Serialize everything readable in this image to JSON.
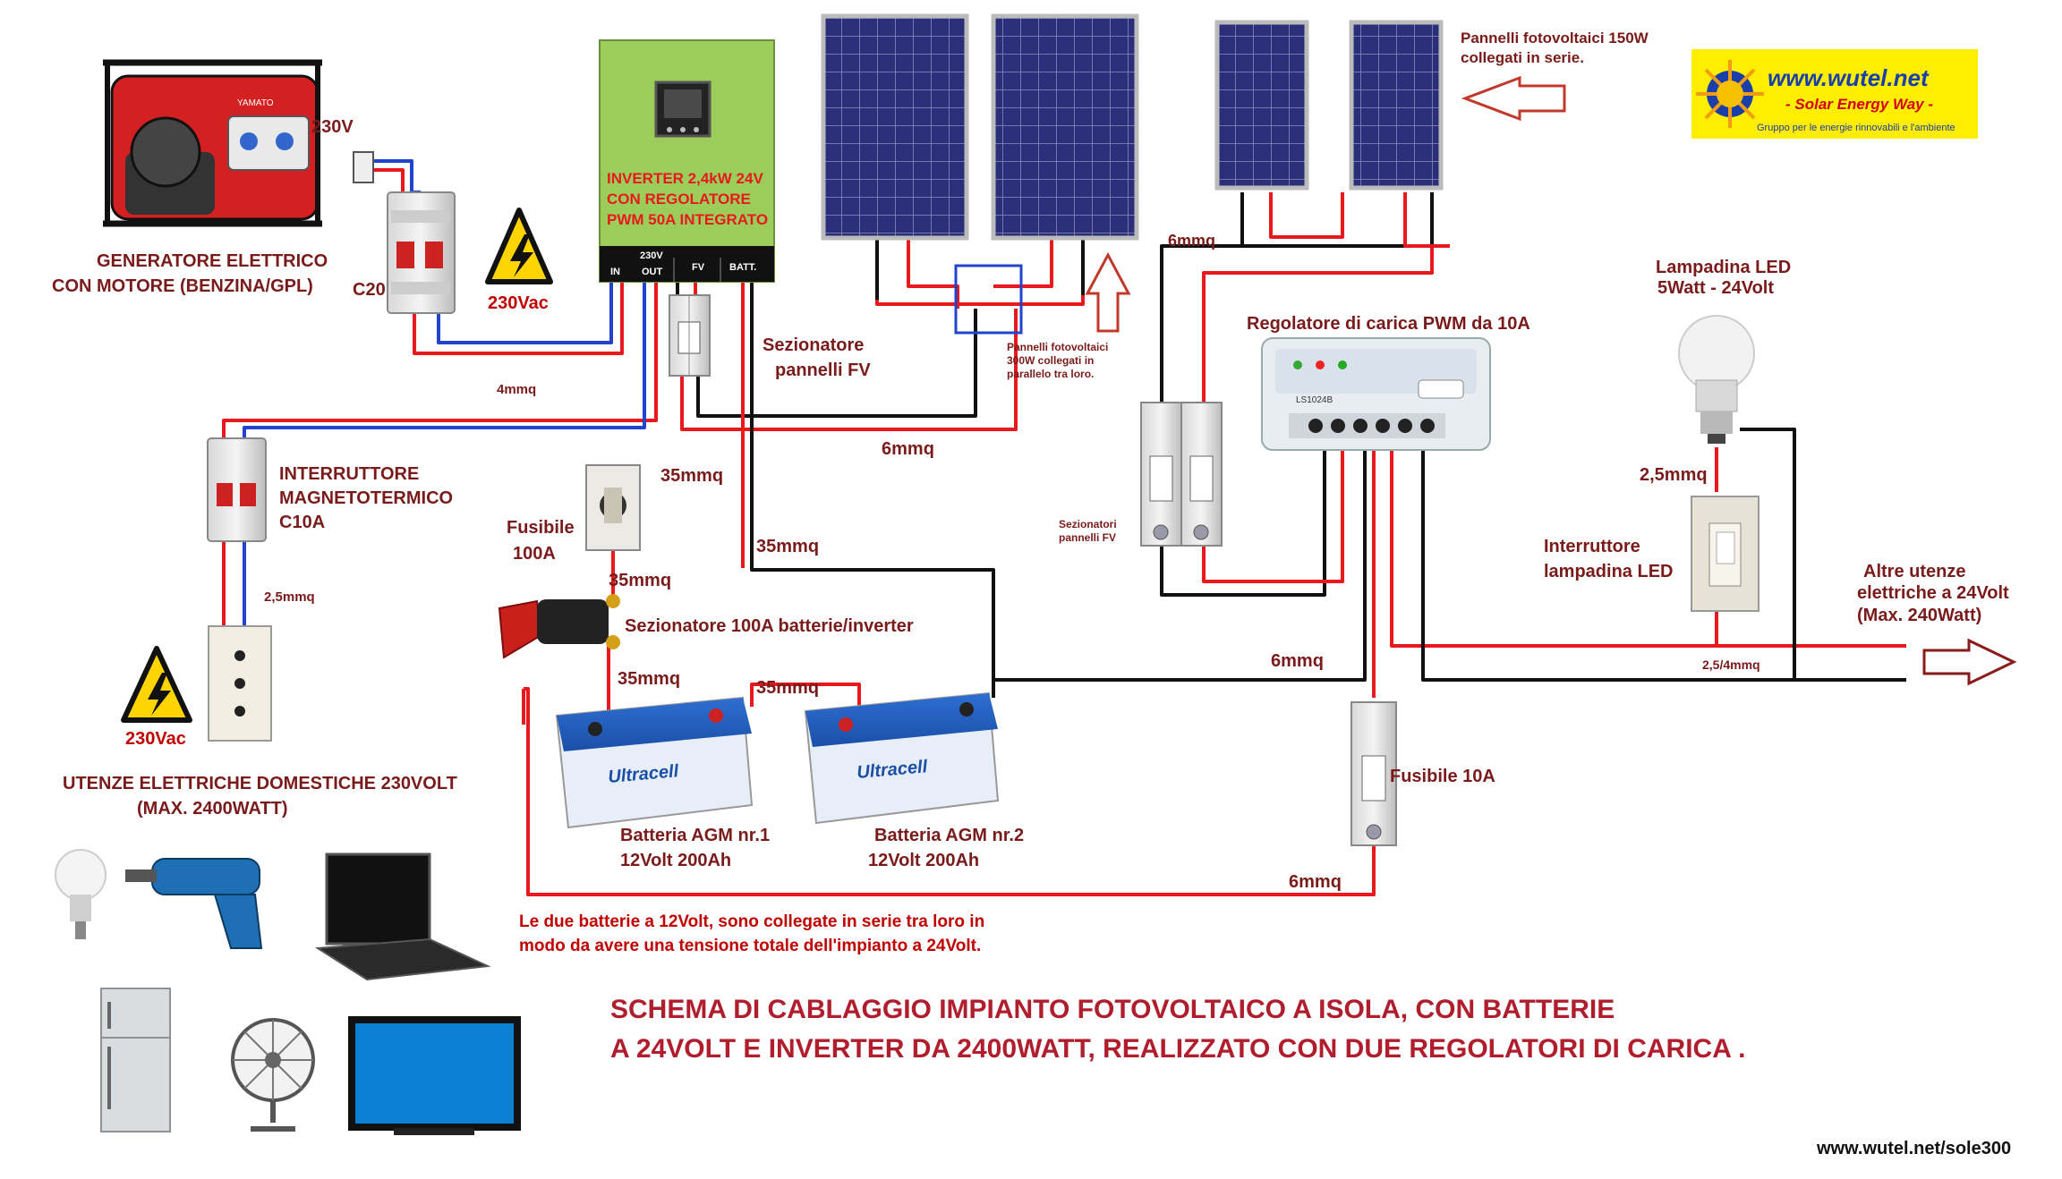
{
  "labels": {
    "generator": [
      "GENERATORE ELETTRICO",
      "CON MOTORE (BENZINA/GPL)"
    ],
    "v230": "230V",
    "c20": "C20",
    "v230ac_top": "230Vac",
    "inverter": [
      "INVERTER 2,4kW 24V",
      "CON REGOLATORE",
      "PWM 50A  INTEGRATO"
    ],
    "inv_230v": "230V",
    "inv_in": "IN",
    "inv_out": "OUT",
    "inv_fv": "FV",
    "inv_batt": "BATT.",
    "mm4": "4mmq",
    "sezionatore_fv": [
      "Sezionatore",
      "pannelli FV"
    ],
    "parallel_note": [
      "Pannelli fotovoltaici",
      "300W collegati in",
      "parallelo tra loro."
    ],
    "series_note": [
      "Pannelli fotovoltaici 150W",
      "collegati in serie."
    ],
    "mm6_a": "6mmq",
    "mm6_b": "6mmq",
    "mm6_c": "6mmq",
    "mm6_d": "6mmq",
    "regulator": "Regolatore di carica PWM da 10A",
    "sezionatori_fv": [
      "Sezionatori",
      "pannelli FV"
    ],
    "led_lamp": [
      "Lampadina LED",
      "5Watt - 24Volt"
    ],
    "mm25_a": "2,5mmq",
    "led_switch": [
      "Interruttore",
      "lampadina LED"
    ],
    "other_loads": [
      "Altre utenze",
      "elettriche a 24Volt",
      "(Max. 240Watt)"
    ],
    "mm25_4": "2,5/4mmq",
    "breaker": [
      "INTERRUTTORE",
      "MAGNETOTERMICO",
      "C10A"
    ],
    "mm25_b": "2,5mmq",
    "v230ac_bottom": "230Vac",
    "household": [
      "UTENZE ELETTRICHE DOMESTICHE 230VOLT",
      "(MAX. 2400WATT)"
    ],
    "fuse100": [
      "Fusibile",
      "100A"
    ],
    "mm35_a": "35mmq",
    "mm35_b": "35mmq",
    "mm35_c": "35mmq",
    "mm35_d": "35mmq",
    "mm35_e": "35mmq",
    "sez100": "Sezionatore 100A batterie/inverter",
    "battery1": [
      "Batteria AGM nr.1",
      "12Volt 200Ah"
    ],
    "battery2": [
      "Batteria AGM nr.2",
      "12Volt 200Ah"
    ],
    "fuse10": "Fusibile 10A",
    "battery_note": [
      "Le due batterie a 12Volt, sono collegate in serie tra loro in",
      "modo da avere una tensione totale dell'impianto a 24Volt."
    ],
    "title": [
      "SCHEMA DI CABLAGGIO IMPIANTO FOTOVOLTAICO A ISOLA, CON BATTERIE",
      "A 24VOLT E INVERTER DA 2400WATT, REALIZZATO CON  DUE REGOLATORI DI CARICA ."
    ],
    "footer_url": "www.wutel.net/sole300"
  },
  "logo": {
    "site": "www.wutel.net",
    "slogan": "- Solar Energy Way -",
    "tagline": "Gruppo per le energie rinnovabili e l'ambiente"
  },
  "device_text": {
    "generator_brand": "YAMATO",
    "battery_brand": "Ultracell",
    "regulator_model": "LS1024B"
  },
  "colors": {
    "wire_positive": "#e8191d",
    "wire_negative": "#111111",
    "wire_neutral": "#2244cc",
    "label": "#7a1b1b",
    "logo_bg": "#ffee00",
    "logo_blue": "#1a3fa8",
    "inverter_green": "#9ccc5a"
  }
}
